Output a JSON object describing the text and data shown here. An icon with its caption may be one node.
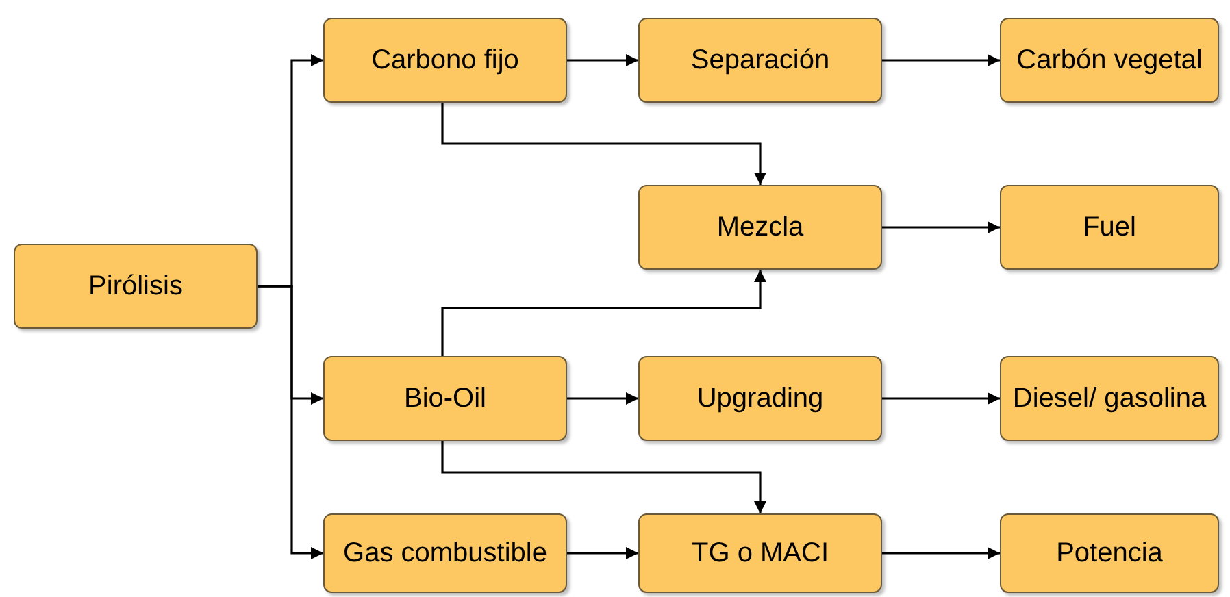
{
  "diagram": {
    "nodes": [
      {
        "text": [
          "Pirólisis"
        ]
      },
      {
        "text": [
          "Carbono fijo"
        ]
      },
      {
        "text": [
          "Bio-Oil"
        ]
      },
      {
        "text": [
          "Gas combustible"
        ]
      },
      {
        "text": [
          "Separación"
        ]
      },
      {
        "text": [
          "Mezcla"
        ]
      },
      {
        "text": [
          "Upgrading"
        ]
      },
      {
        "text": [
          "TG o MACI"
        ]
      },
      {
        "text": [
          "Carbón vegetal"
        ]
      },
      {
        "text": [
          "Fuel"
        ]
      },
      {
        "text": [
          "Diesel/ gasolina"
        ]
      },
      {
        "text": [
          "Potencia"
        ]
      }
    ],
    "edges": [
      {
        "from": 0,
        "to": 1,
        "arrow": "to"
      },
      {
        "from": 0,
        "to": 2,
        "arrow": "to"
      },
      {
        "from": 0,
        "to": 3,
        "arrow": "to"
      },
      {
        "from": 1,
        "to": 4,
        "arrow": "to"
      },
      {
        "from": 4,
        "to": 8,
        "arrow": "to"
      },
      {
        "from": 1,
        "to": 5,
        "arrow": "to"
      },
      {
        "from": 2,
        "to": 5,
        "arrow": "to"
      },
      {
        "from": 5,
        "to": 9,
        "arrow": "to"
      },
      {
        "from": 2,
        "to": 6,
        "arrow": "to"
      },
      {
        "from": 6,
        "to": 10,
        "arrow": "to"
      },
      {
        "from": 2,
        "to": 7,
        "arrow": "to"
      },
      {
        "from": 3,
        "to": 7,
        "arrow": "to"
      },
      {
        "from": 7,
        "to": 11,
        "arrow": "to"
      }
    ]
  }
}
